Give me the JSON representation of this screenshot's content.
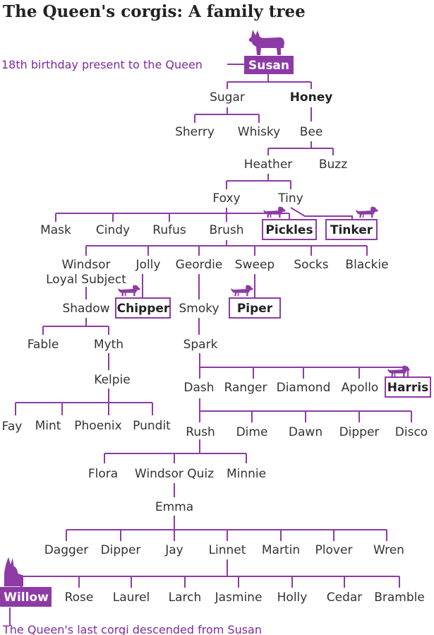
{
  "title": "The Queen's corgis: A family tree",
  "annotations": {
    "top": "18th birthday present to the Queen",
    "bottom": "The Queen's last corgi descended from Susan"
  },
  "colors": {
    "accent": "#8d3aa6",
    "text": "#333333"
  },
  "icons": {
    "corgi": "corgi-silhouette-icon",
    "dachshund": "dachshund-silhouette-icon"
  },
  "dogs": {
    "susan": "Susan",
    "sugar": "Sugar",
    "honey": "Honey",
    "sherry": "Sherry",
    "whisky": "Whisky",
    "bee": "Bee",
    "heather": "Heather",
    "buzz": "Buzz",
    "foxy": "Foxy",
    "tiny": "Tiny",
    "mask": "Mask",
    "cindy": "Cindy",
    "rufus": "Rufus",
    "brush": "Brush",
    "pickles": "Pickles",
    "tinker": "Tinker",
    "windsor": "Windsor",
    "loyal_subject": "Loyal Subject",
    "jolly": "Jolly",
    "geordie": "Geordie",
    "sweep": "Sweep",
    "socks": "Socks",
    "blackie": "Blackie",
    "shadow": "Shadow",
    "chipper": "Chipper",
    "smoky": "Smoky",
    "piper": "Piper",
    "fable": "Fable",
    "myth": "Myth",
    "spark": "Spark",
    "kelpie": "Kelpie",
    "dash": "Dash",
    "ranger": "Ranger",
    "diamond": "Diamond",
    "apollo": "Apollo",
    "harris": "Harris",
    "fay": "Fay",
    "mint": "Mint",
    "phoenix": "Phoenix",
    "pundit": "Pundit",
    "rush": "Rush",
    "dime": "Dime",
    "dawn": "Dawn",
    "dipper1": "Dipper",
    "disco": "Disco",
    "flora": "Flora",
    "windsor_quiz": "Windsor Quiz",
    "minnie": "Minnie",
    "emma": "Emma",
    "dagger": "Dagger",
    "dipper2": "Dipper",
    "jay": "Jay",
    "linnet": "Linnet",
    "martin": "Martin",
    "plover": "Plover",
    "wren": "Wren",
    "willow": "Willow",
    "rose": "Rose",
    "laurel": "Laurel",
    "larch": "Larch",
    "jasmine": "Jasmine",
    "holly": "Holly",
    "cedar": "Cedar",
    "bramble": "Bramble"
  }
}
